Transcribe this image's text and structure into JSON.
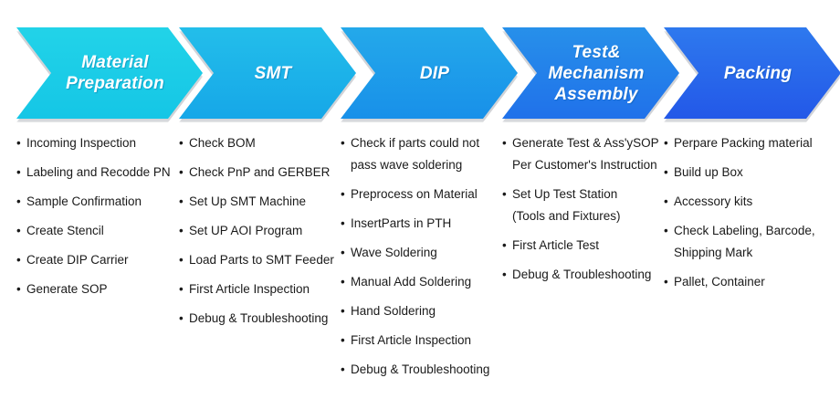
{
  "diagram": {
    "type": "process-flow-chevron",
    "stage_count": 5,
    "background_color": "#ffffff",
    "text_color": "#1a1a1a",
    "stages": [
      {
        "title": "Material\nPreparation",
        "color_start": "#22D3E8",
        "color_end": "#15C6E6",
        "items": [
          "Incoming Inspection",
          "Labeling and Recodde PN",
          "Sample Confirmation",
          "Create Stencil",
          "Create DIP Carrier",
          "Generate SOP"
        ]
      },
      {
        "title": "SMT",
        "color_start": "#23BEEA",
        "color_end": "#16A7E8",
        "items": [
          "Check BOM",
          "Check PnP and GERBER",
          "Set Up SMT Machine",
          "Set UP AOI Program",
          "Load Parts to SMT Feeder",
          "First Article Inspection",
          "Debug & Troubleshooting"
        ]
      },
      {
        "title": "DIP",
        "color_start": "#24A9EA",
        "color_end": "#1890E9",
        "items": [
          "Check if parts could not\npass wave soldering",
          "Preprocess on Material",
          "InsertParts in PTH",
          "Wave Soldering",
          "Manual Add Soldering",
          "Hand Soldering",
          "First Article Inspection",
          "Debug & Troubleshooting"
        ]
      },
      {
        "title": "Test&\nMechanism\nAssembly",
        "color_start": "#2790EA",
        "color_end": "#2071EA",
        "items": [
          "Generate Test & Ass'ySOP\nPer Customer's Instruction",
          "Set Up Test Station\n(Tools and Fixtures)",
          "First Article Test",
          "Debug & Troubleshooting"
        ]
      },
      {
        "title": "Packing",
        "color_start": "#2E79EE",
        "color_end": "#2358E8",
        "items": [
          "Perpare Packing material",
          "Build up Box",
          "Accessory kits",
          "Check Labeling, Barcode,\nShipping Mark",
          "Pallet, Container"
        ]
      }
    ]
  }
}
